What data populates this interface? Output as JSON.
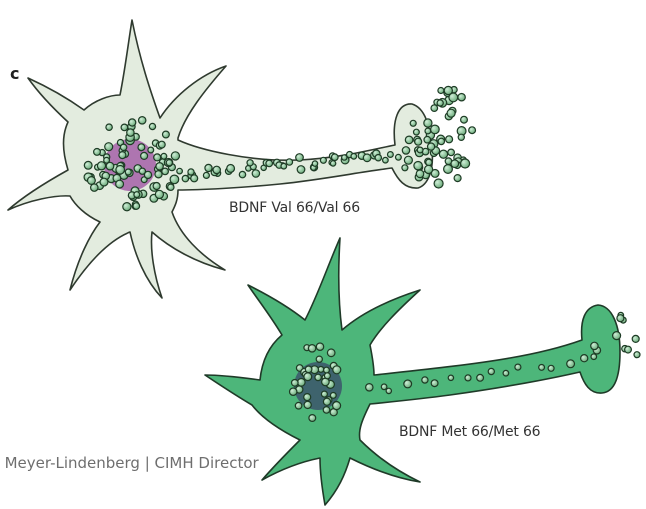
{
  "panel_letter": "c",
  "neurons": [
    {
      "id": "val",
      "label": "BDNF Val 66/Val 66",
      "body_color": "#e3ecdf",
      "nucleus_color": "#a560a8"
    },
    {
      "id": "met",
      "label": "BDNF Met 66/Met 66",
      "body_color": "#4db67a",
      "nucleus_color": "#3d5a6b"
    }
  ],
  "vesicle_color": "#3d8a52",
  "footer_text": "s Meyer-Lindenberg | CIMH Director"
}
